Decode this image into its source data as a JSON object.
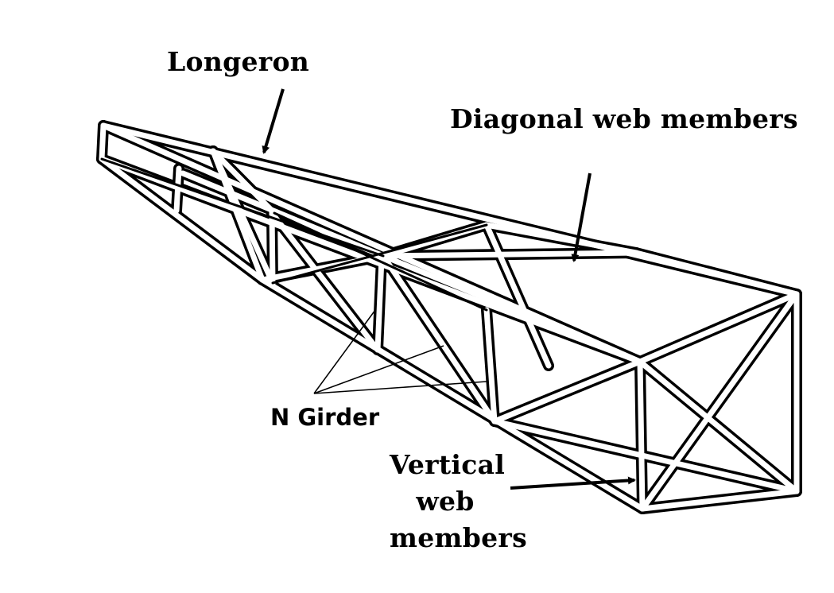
{
  "labels": {
    "longeron": "Longeron",
    "diagonal": "Diagonal web members",
    "n_girder": "N Girder",
    "vertical_line1": "Vertical",
    "vertical_line2": "web",
    "vertical_line3": "members"
  },
  "colors": {
    "ink": "#000000",
    "tube_fill": "#ffffff",
    "background": "#ffffff"
  }
}
